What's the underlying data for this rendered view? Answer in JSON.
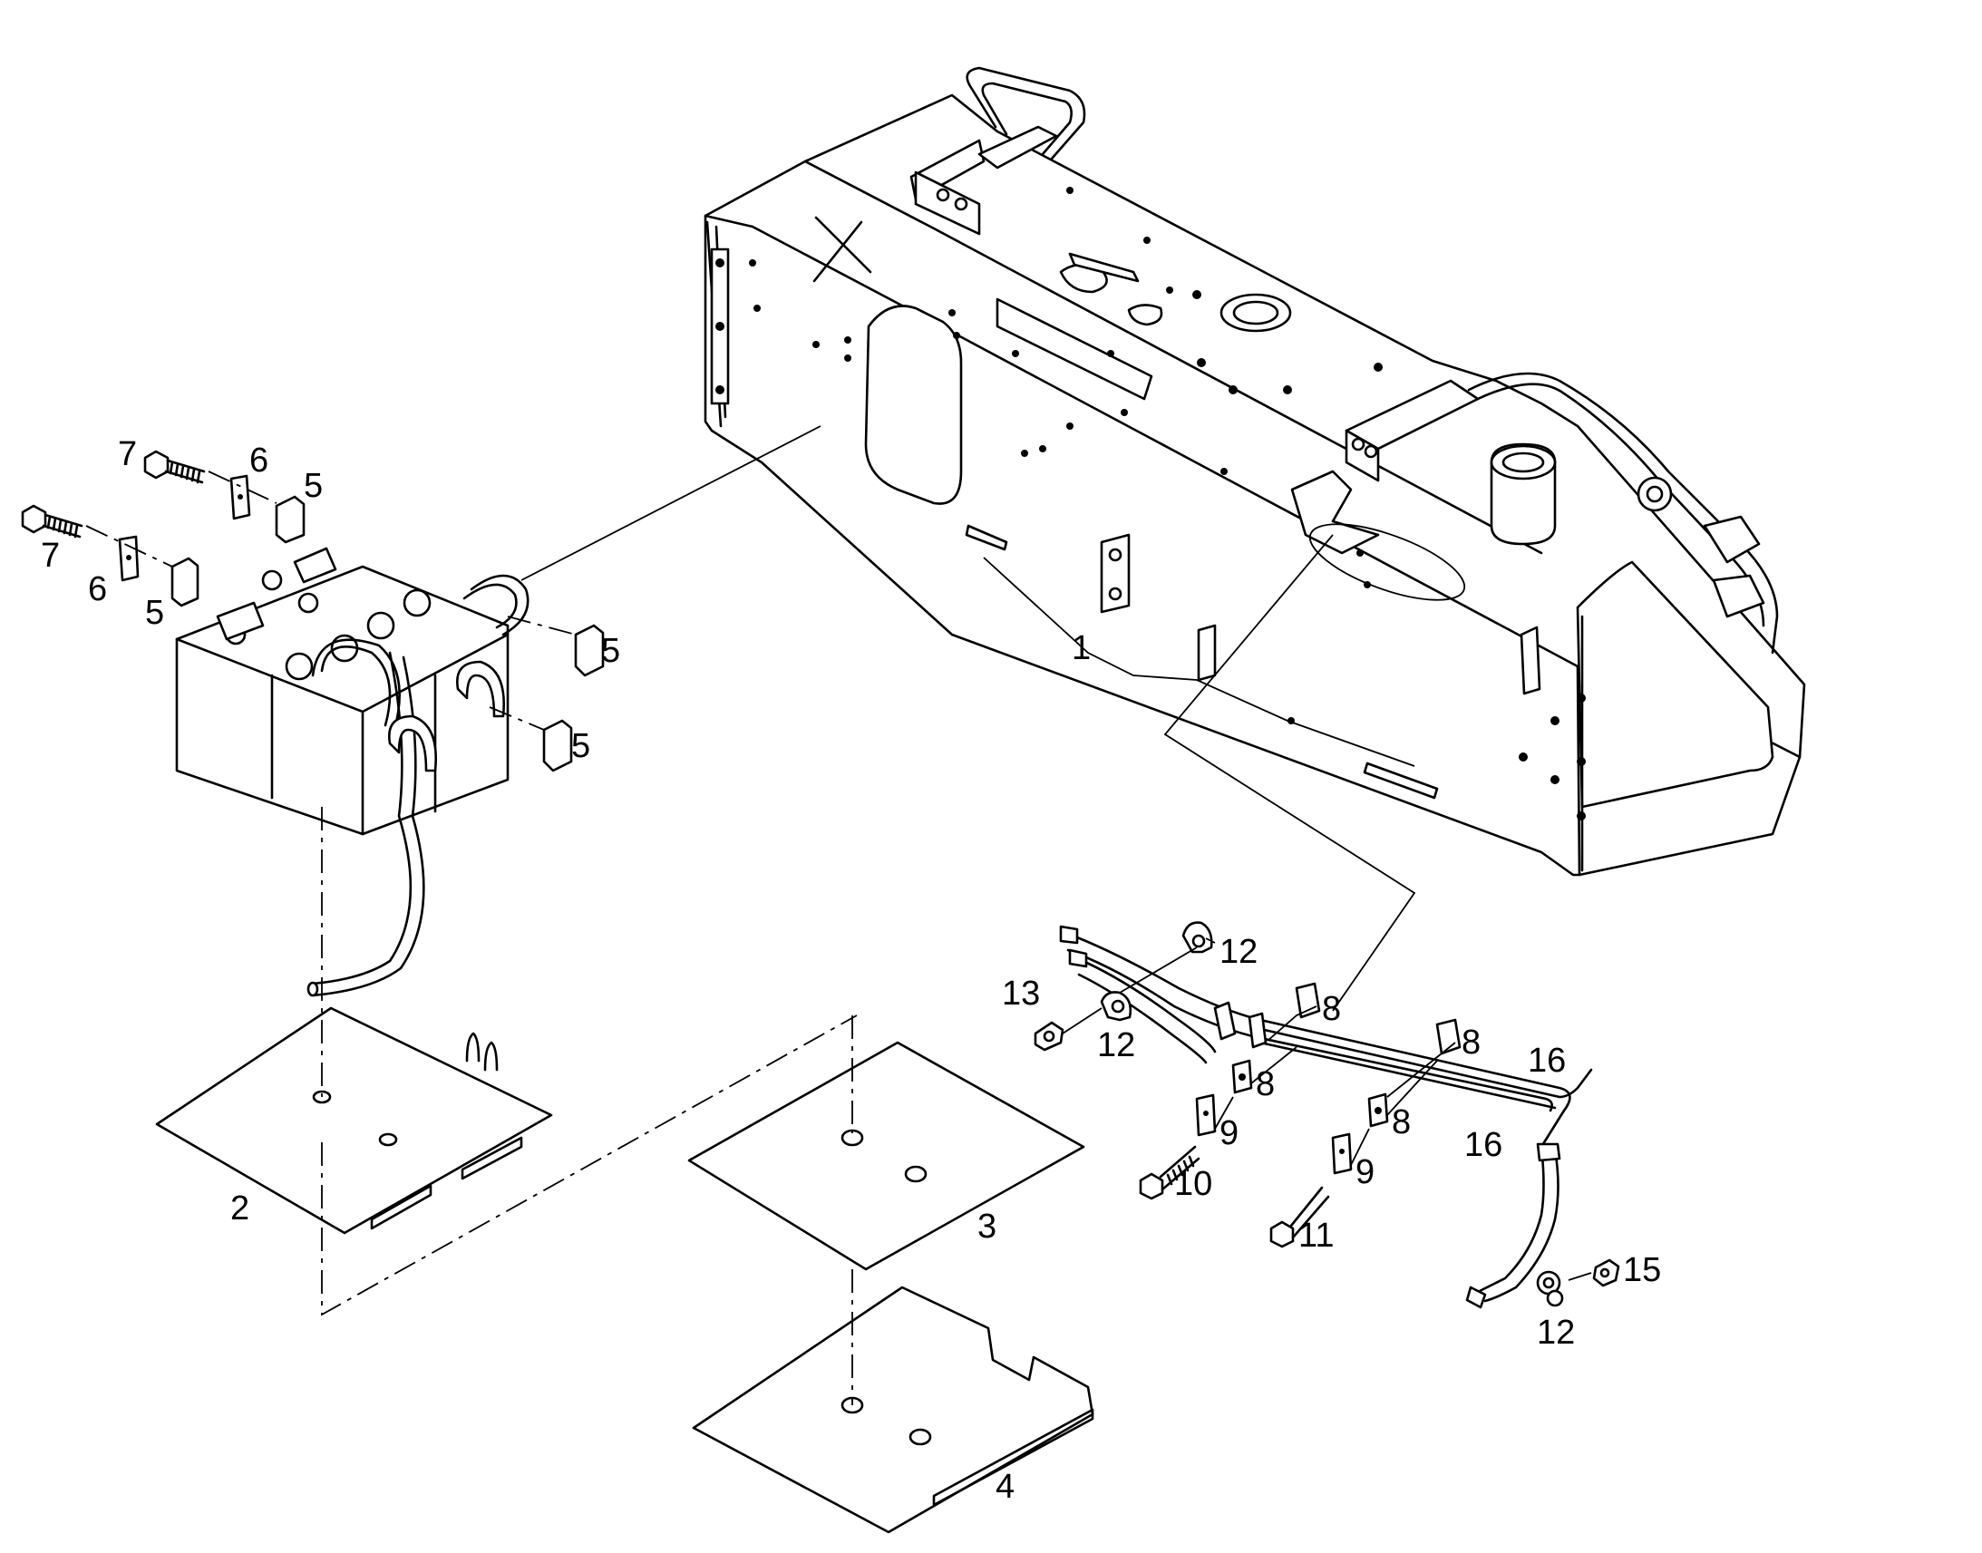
{
  "callouts": {
    "c1": "1",
    "c2": "2",
    "c3": "3",
    "c4": "4",
    "c5a": "5",
    "c5b": "5",
    "c5c": "5",
    "c5d": "5",
    "c6a": "6",
    "c6b": "6",
    "c7a": "7",
    "c7b": "7",
    "c8a": "8",
    "c8b": "8",
    "c8c": "8",
    "c8d": "8",
    "c9a": "9",
    "c9b": "9",
    "c10": "10",
    "c11": "11",
    "c12a": "12",
    "c12b": "12",
    "c12c": "12",
    "c13": "13",
    "c15": "15",
    "c16a": "16",
    "c16b": "16"
  }
}
